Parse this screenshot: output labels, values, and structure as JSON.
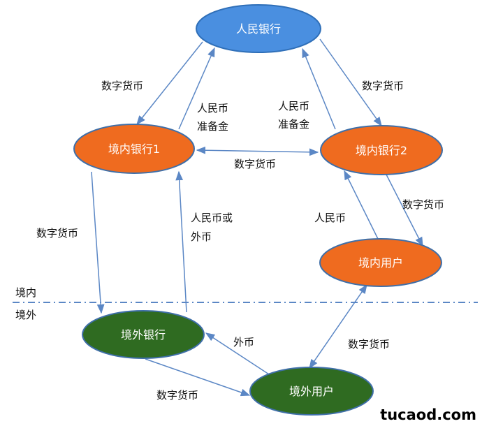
{
  "colors": {
    "blue_fill": "#4a8fe0",
    "blue_stroke": "#2f6fb8",
    "orange_fill": "#ef6b1f",
    "orange_stroke": "#3f6fa8",
    "green_fill": "#2f6b21",
    "green_stroke": "#3f6fa8",
    "arrow": "#5b87c5",
    "divider": "#5b87c5"
  },
  "nodes": {
    "pboc": "人民银行",
    "domestic_bank_1": "境内银行1",
    "domestic_bank_2": "境内银行2",
    "domestic_user": "境内用户",
    "overseas_bank": "境外银行",
    "overseas_user": "境外用户"
  },
  "edges": {
    "pboc_to_bank1": "数字货币",
    "bank1_to_pboc_line1": "人民币",
    "bank1_to_pboc_line2": "准备金",
    "bank2_to_pboc_line1": "人民币",
    "bank2_to_pboc_line2": "准备金",
    "pboc_to_bank2": "数字货币",
    "bank1_bank2": "数字货币",
    "bank1_to_overseas_bank": "数字货币",
    "overseas_bank_to_bank1_line1": "人民币或",
    "overseas_bank_to_bank1_line2": "外币",
    "user_to_bank2": "人民币",
    "bank2_to_user": "数字货币",
    "overseas_user_to_overseas_bank": "外币",
    "overseas_bank_to_overseas_user": "数字货币",
    "user_overseas_user": "数字货币"
  },
  "regions": {
    "domestic": "境内",
    "overseas": "境外"
  },
  "watermark": "tucaod.com"
}
